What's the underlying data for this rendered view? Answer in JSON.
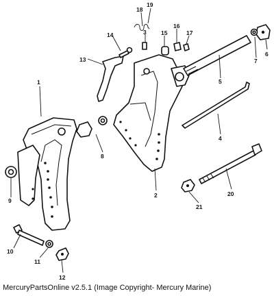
{
  "caption": "MercuryPartsOnline v2.5.1 (Image Copyright- Mercury Marine)",
  "callouts": {
    "c1": "1",
    "c2": "2",
    "c3": "3",
    "c4": "4",
    "c5": "5",
    "c6": "6",
    "c7": "7",
    "c8": "8",
    "c9": "9",
    "c10": "10",
    "c11": "11",
    "c12": "12",
    "c13": "13",
    "c14": "14",
    "c15": "15",
    "c16": "16",
    "c17": "17",
    "c18": "18",
    "c19": "19",
    "c20": "20",
    "c21": "21"
  }
}
